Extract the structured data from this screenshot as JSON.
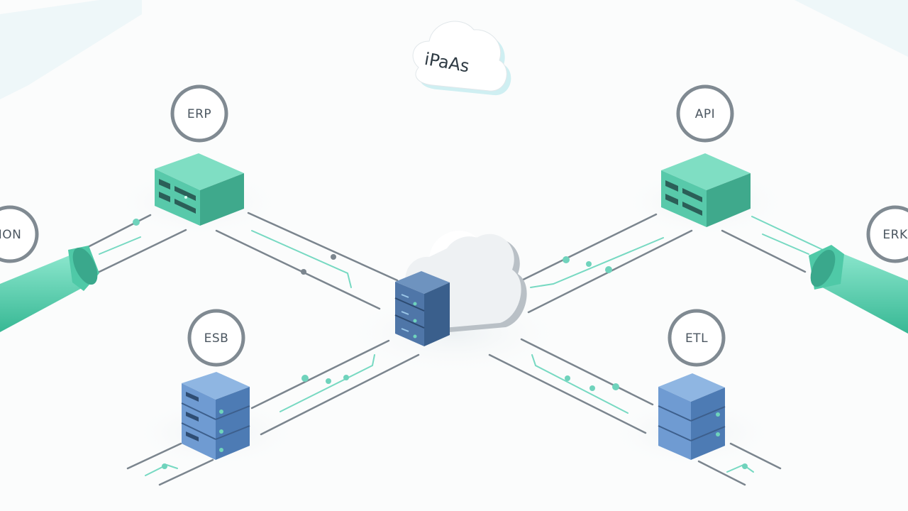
{
  "diagram": {
    "cloud_label": "iPaAs",
    "nodes": {
      "erp": "ERP",
      "api": "API",
      "esb": "ESB",
      "etl": "ETL",
      "left_partial": "ION",
      "right_partial": "ERK"
    },
    "colors": {
      "teal": "#5fd3b4",
      "teal_dark": "#3aa88c",
      "blue": "#5f8fc8",
      "blue_dark": "#3f6c9e",
      "ring": "#808a92",
      "line": "#7b858e",
      "accent_line": "#77d9c2"
    }
  }
}
